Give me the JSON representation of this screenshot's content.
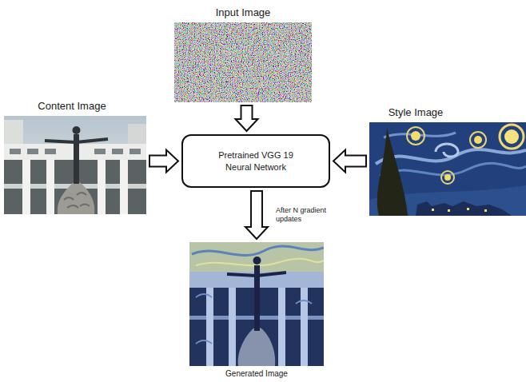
{
  "diagram": {
    "nodes": [
      {
        "text": [
          "Input Image"
        ]
      },
      {
        "text": [
          "Content Image"
        ]
      },
      {
        "text": [
          "Pretrained VGG 19 Neural Network"
        ]
      },
      {
        "text": [
          "Style Image"
        ]
      },
      {
        "text": [
          "Generated Image"
        ]
      }
    ],
    "edges": [
      {
        "from": 0,
        "to": 2,
        "arrow": "to"
      },
      {
        "from": 1,
        "to": 2,
        "arrow": "to"
      },
      {
        "from": 3,
        "to": 2,
        "arrow": "to"
      },
      {
        "from": 2,
        "to": 4,
        "arrow": "to",
        "label": "After N gradient updates"
      }
    ]
  }
}
